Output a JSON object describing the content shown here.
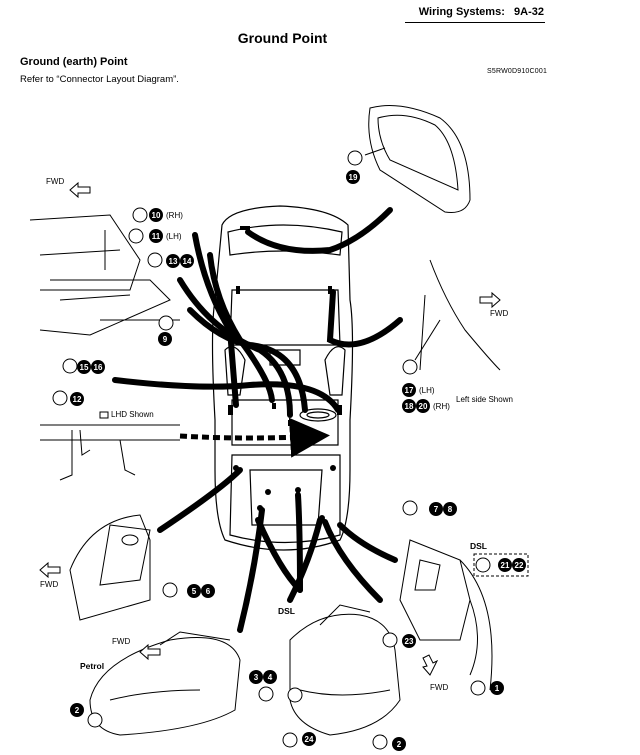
{
  "header": {
    "section": "Wiring Systems:",
    "page": "9A-32"
  },
  "title": "Ground Point",
  "section_title": "Ground (earth) Point",
  "reference": "Refer to “Connector Layout Diagram”.",
  "figure_code": "S5RW0D910C001",
  "labels": {
    "fwd": "FWD",
    "lhd_shown": "LHD Shown",
    "left_side_shown": "Left side Shown",
    "petrol": "Petrol",
    "dsl": "DSL",
    "rh": "(RH)",
    "lh": "(LH)"
  },
  "ground_points": {
    "n1": "1",
    "n2": "2",
    "n3": "3",
    "n4": "4",
    "n5": "5",
    "n6": "6",
    "n7": "7",
    "n8": "8",
    "n9": "9",
    "n10": "10",
    "n11": "11",
    "n12": "12",
    "n13": "13",
    "n14": "14",
    "n15": "15",
    "n16": "16",
    "n17": "17",
    "n18": "18",
    "n19": "19",
    "n20": "20",
    "n21": "21",
    "n22": "22",
    "n23": "23",
    "n24": "24"
  }
}
